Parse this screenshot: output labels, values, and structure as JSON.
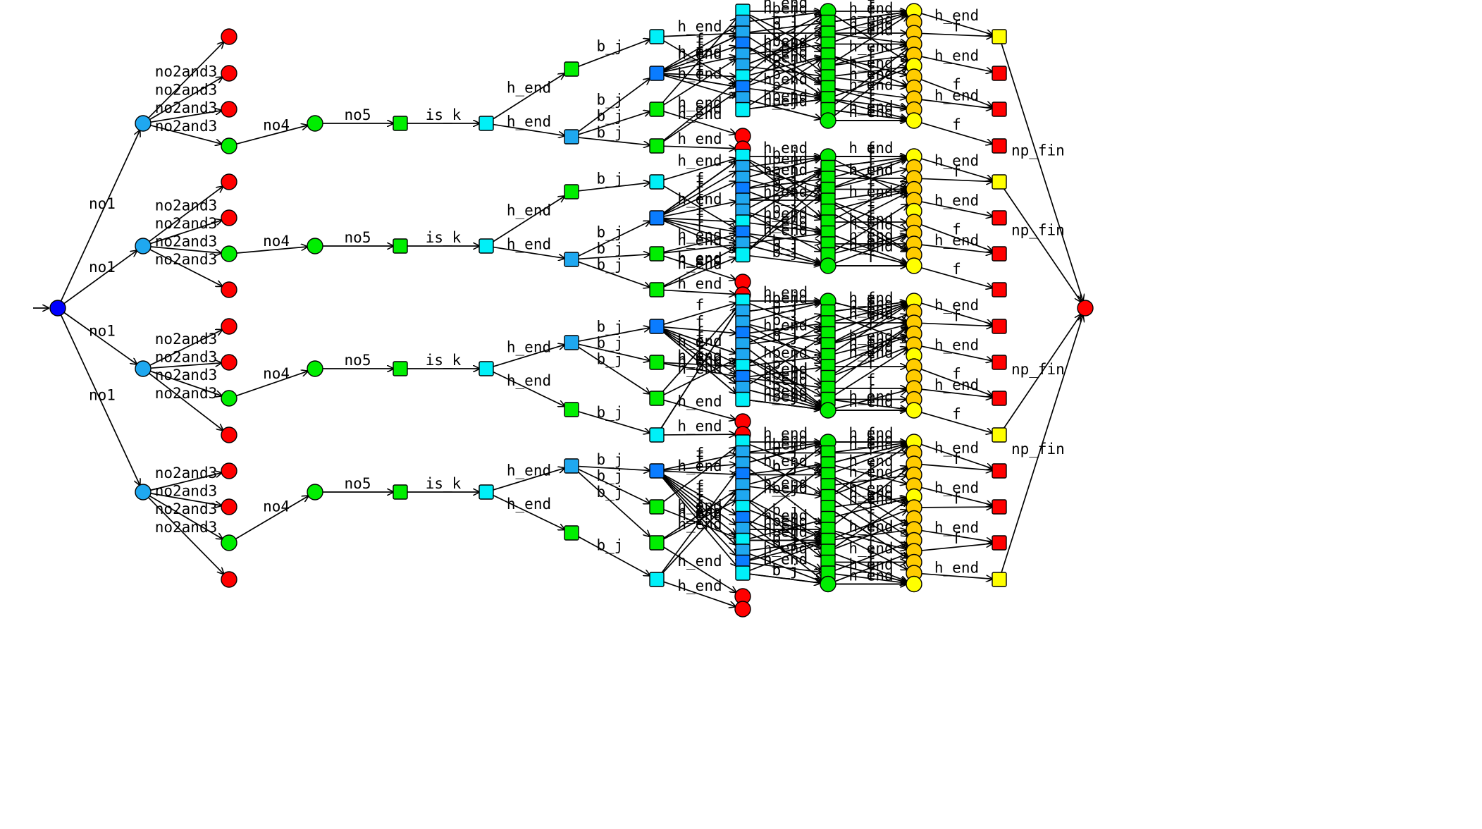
{
  "colors": {
    "blue": "#0000ff",
    "skyblue": "#1fa8f0",
    "green": "#00ee00",
    "red": "#ff0000",
    "cyan": "#00f0f8",
    "midblue": "#0a7cff",
    "yellow": "#ffff00",
    "gold": "#ffcc00",
    "edge": "#000000"
  },
  "edge_labels": {
    "no1": "no1",
    "no2and3": "no2and3",
    "no4": "no4",
    "no5": "no5",
    "is_k": "is_k",
    "h_end": "h_end",
    "b_j": "b_j",
    "f": "f",
    "np_fin": "np_fin"
  },
  "branches": [
    {
      "kind": "A"
    },
    {
      "kind": "B"
    },
    {
      "kind": "C"
    },
    {
      "kind": "C"
    }
  ]
}
